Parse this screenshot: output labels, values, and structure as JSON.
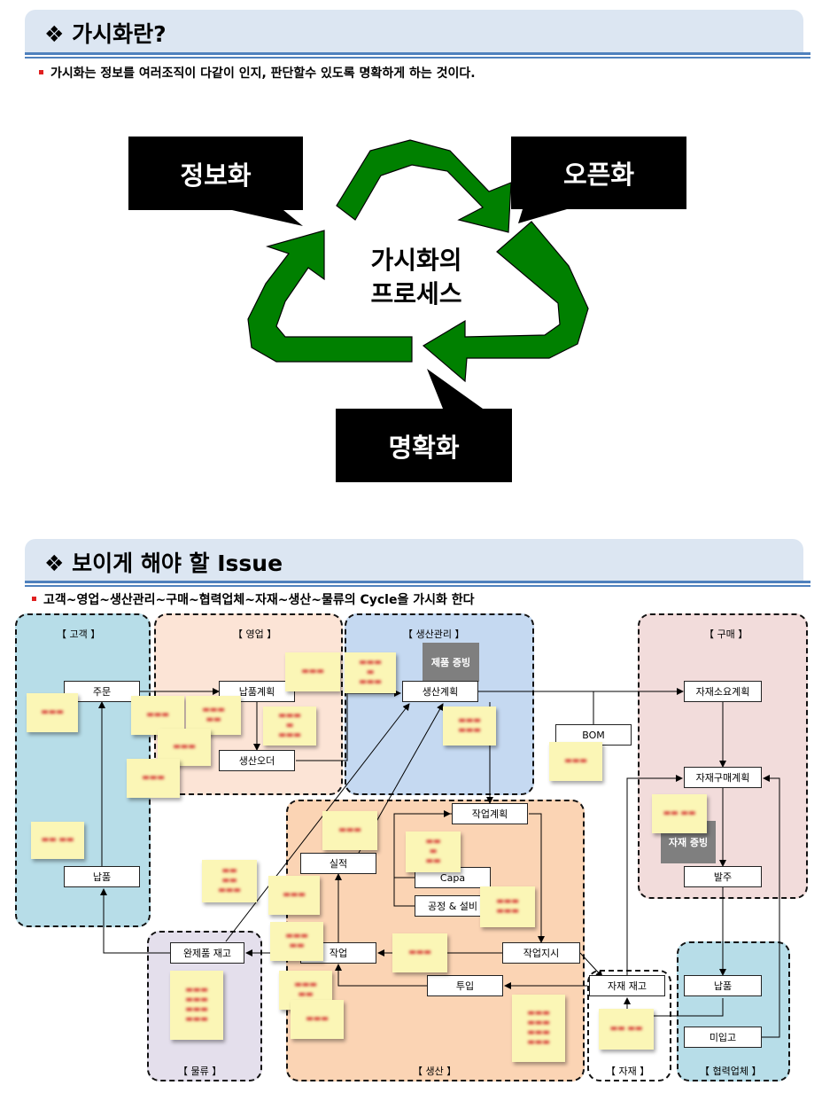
{
  "section1": {
    "title": "❖ 가시화란?",
    "subtitle": "가시화는 정보를 여러조직이 다같이 인지, 판단할수 있도록 명확하게 하는 것이다."
  },
  "cycle": {
    "center_line1": "가시화의",
    "center_line2": "프로세스",
    "box_left": "정보화",
    "box_right": "오픈화",
    "box_bottom": "명확화",
    "arrow_color": "#008000",
    "box_color": "#000000"
  },
  "section2": {
    "title": "❖ 보이게 해야 할 Issue",
    "subtitle": "고객~영업~생산관리~구매~협력업체~자재~생산~물류의 Cycle을 가시화 한다"
  },
  "zones": {
    "customer": "【 고객 】",
    "sales": "【 영업 】",
    "prod_mgmt": "【 생산관리 】",
    "purchase": "【 구매 】",
    "production": "【 생산 】",
    "logistics": "【 물류 】",
    "material": "【 자재 】",
    "partner": "【 협력업체 】"
  },
  "nodes": {
    "order": "주문",
    "delivery_customer": "납품",
    "delivery_plan": "납품계획",
    "production_order": "생산오더",
    "production_plan": "생산계획",
    "bom": "BOM",
    "material_req_plan": "자재소요계획",
    "material_purchase_plan": "자재구매계획",
    "purchase_order": "발주",
    "work_plan": "작업계획",
    "capa": "Capa",
    "process_equipment": "공정 & 설비",
    "result": "실적",
    "work": "작업",
    "work_instruction": "작업지시",
    "input": "투입",
    "finished_stock": "완제품 재고",
    "material_stock": "자재 재고",
    "delivery_partner": "납품",
    "not_received": "미입고"
  },
  "gray_boxes": {
    "product_proof": "제품 증빙",
    "material_proof": "자재 증빙"
  },
  "sticky_color": "#fbf6b6",
  "zone_colors": {
    "customer": "#b7dde8",
    "sales": "#fce4d6",
    "prod_mgmt": "#c5d9f1",
    "purchase": "#f2dcdb",
    "production": "#fbd4b4",
    "logistics": "#e4dfec",
    "material": "#ffffff",
    "partner": "#b7dde8"
  }
}
